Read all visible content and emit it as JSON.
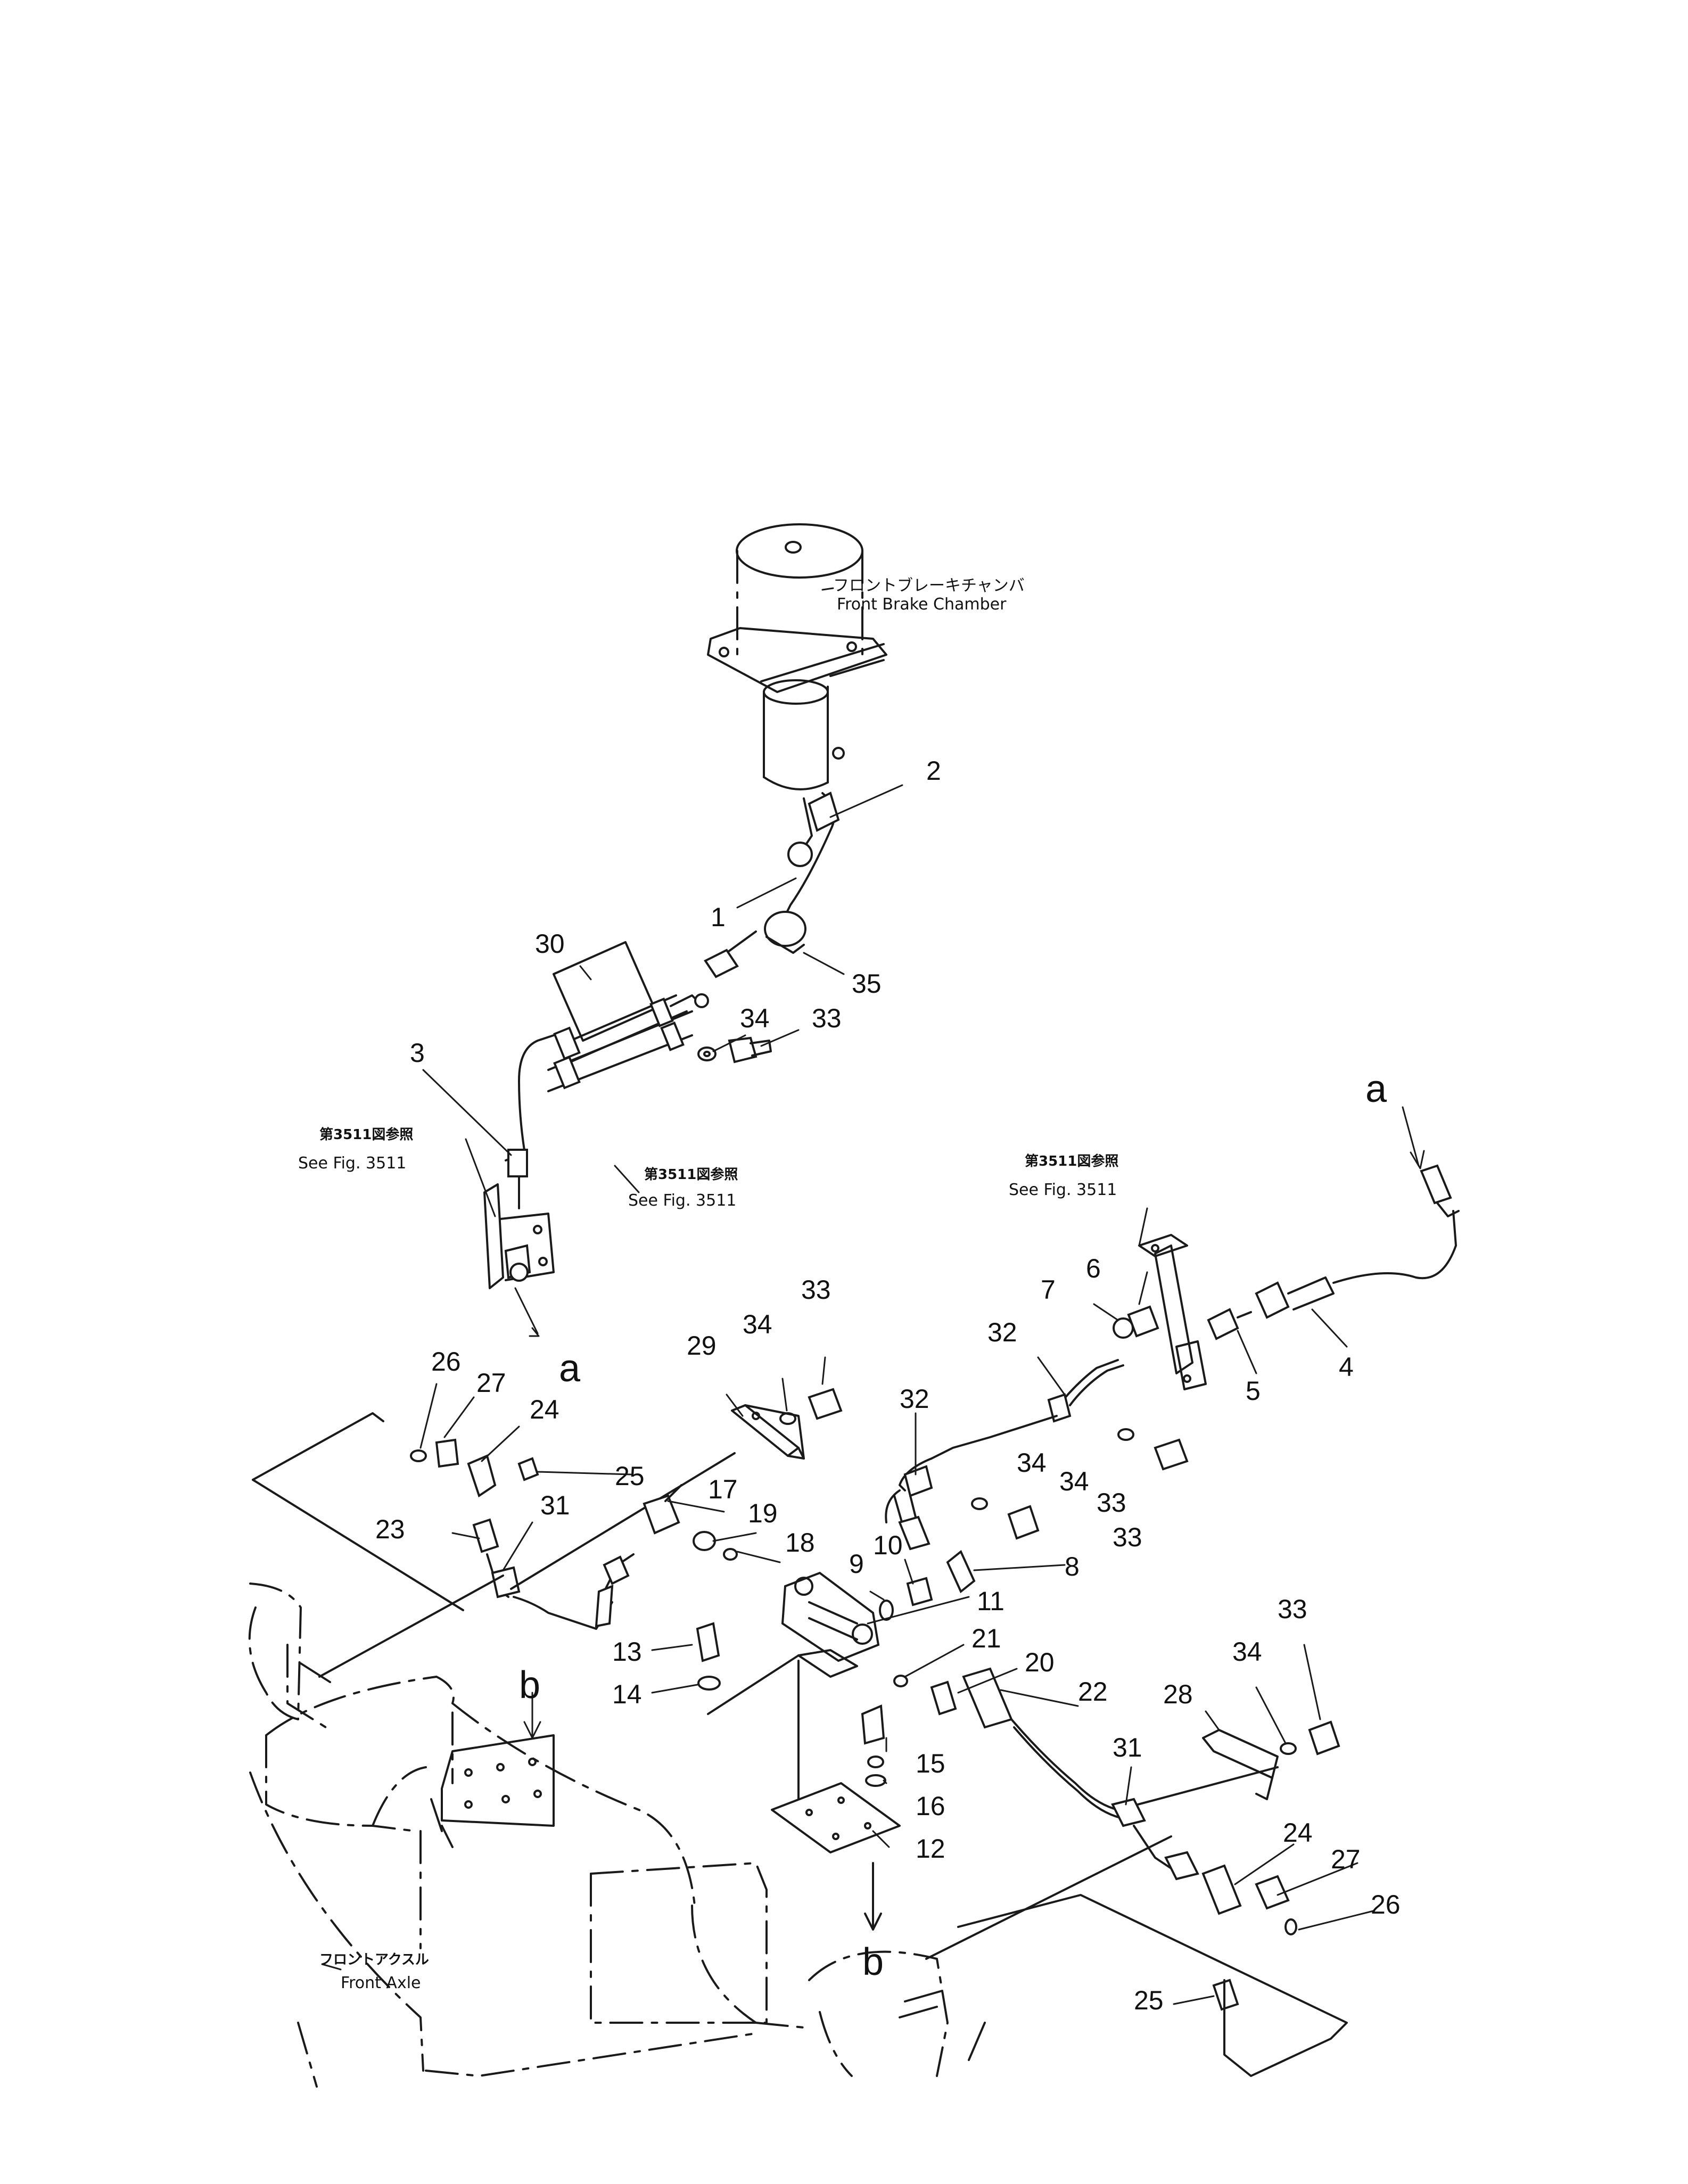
{
  "labels": {
    "front_brake_chamber_jp": "フロントブレーキチャンバ",
    "front_brake_chamber_en": "Front Brake Chamber",
    "front_axle_jp": "フロントアクスル",
    "front_axle_en": "Front Axle",
    "see_fig_jp": "第3511図参照",
    "see_fig_en": "See Fig. 3511"
  },
  "callouts": {
    "p1": "1",
    "p2": "2",
    "p3": "3",
    "p4": "4",
    "p5": "5",
    "p6": "6",
    "p7": "7",
    "p8": "8",
    "p9": "9",
    "p10": "10",
    "p11": "11",
    "p12": "12",
    "p13": "13",
    "p14": "14",
    "p15": "15",
    "p16": "16",
    "p17": "17",
    "p18": "18",
    "p19": "19",
    "p20": "20",
    "p21": "21",
    "p22": "22",
    "p23": "23",
    "p24": "24",
    "p25": "25",
    "p26": "26",
    "p27": "27",
    "p28": "28",
    "p29": "29",
    "p30": "30",
    "p31": "31",
    "p32": "32",
    "p33": "33",
    "p34": "34",
    "p35": "35"
  },
  "refs": {
    "a": "a",
    "b": "b"
  }
}
